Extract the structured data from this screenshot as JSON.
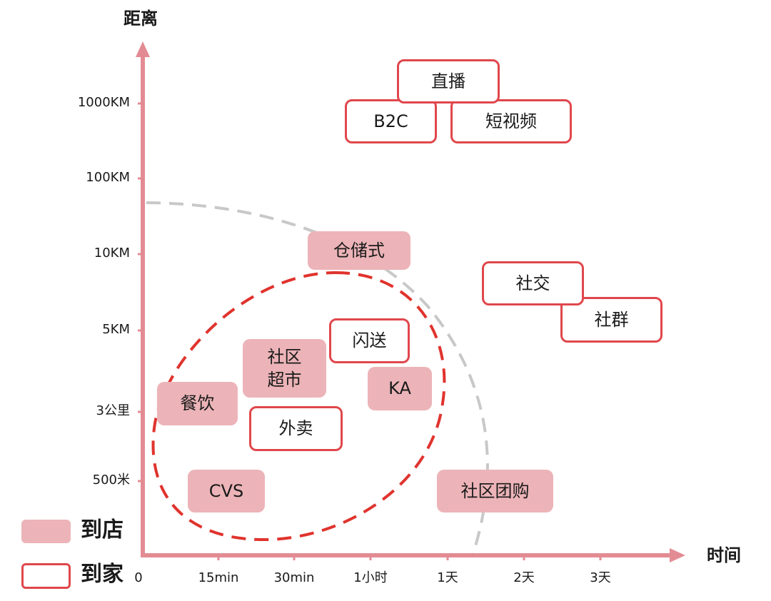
{
  "axes": {
    "y_title": "距离",
    "x_title": "时间",
    "y_ticks": [
      "1000KM",
      "100KM",
      "10KM",
      "5KM",
      "3公里",
      "500米"
    ],
    "x_ticks": [
      "0",
      "15min",
      "30min",
      "1小时",
      "1天",
      "2天",
      "3天"
    ]
  },
  "legend": {
    "store_label": "到店",
    "home_label": "到家"
  },
  "items": {
    "zhibo": "直播",
    "b2c": "B2C",
    "duanshipin": "短视频",
    "cangchushi": "仓储式",
    "shejiao": "社交",
    "shequn": "社群",
    "shansong": "闪送",
    "shequ_chaoshi": "社区\n超市",
    "ka": "KA",
    "canyin": "餐饮",
    "waimai": "外卖",
    "cvs": "CVS",
    "shequ_tuangou": "社区团购"
  },
  "colors": {
    "axis": "#e38b93",
    "store_fill": "#ecb4b8",
    "home_border": "#e0474c",
    "red_dashed_boundary": "#e0332d",
    "gray_dashed_boundary": "#c8c8c8"
  }
}
